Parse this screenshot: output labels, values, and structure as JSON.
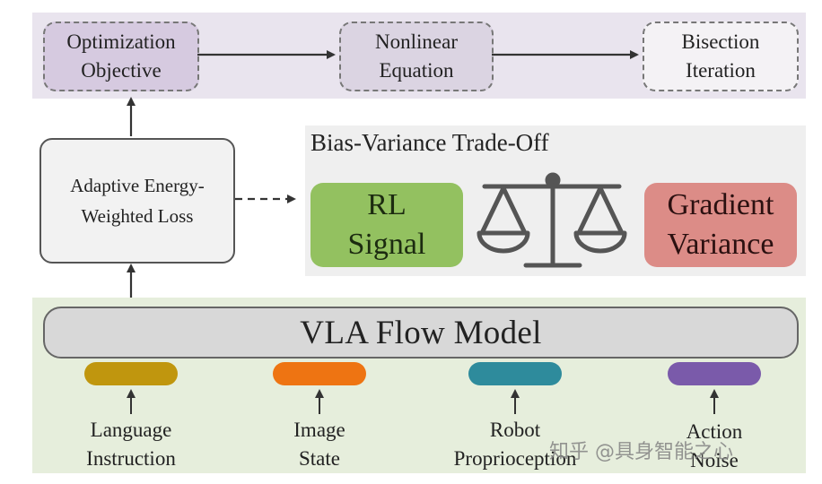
{
  "pipeline": {
    "optimization_objective": "Optimization\nObjective",
    "nonlinear_equation": "Nonlinear\nEquation",
    "bisection_iteration": "Bisection\nIteration"
  },
  "loss": {
    "label": "Adaptive Energy-\nWeighted Loss"
  },
  "tradeoff": {
    "title": "Bias-Variance Trade-Off",
    "left_label": "RL\nSignal",
    "right_label": "Gradient\nVariance",
    "scale_icon": "balance-scale-icon"
  },
  "model": {
    "label": "VLA Flow Model"
  },
  "inputs": [
    {
      "label": "Language\nInstruction",
      "color": "#c0960e"
    },
    {
      "label": "Image\nState",
      "color": "#ee7412"
    },
    {
      "label": "Robot\nProprioception",
      "color": "#2e8b9c"
    },
    {
      "label": "Action\nNoise",
      "color": "#7a5aaa"
    }
  ],
  "watermark": "知乎 @具身智能之心",
  "colors": {
    "rl_signal": "#93c160",
    "gradient_variance": "#dc8c87",
    "top_panel": "#e9e4ee",
    "bottom_panel": "#e6eedc"
  }
}
